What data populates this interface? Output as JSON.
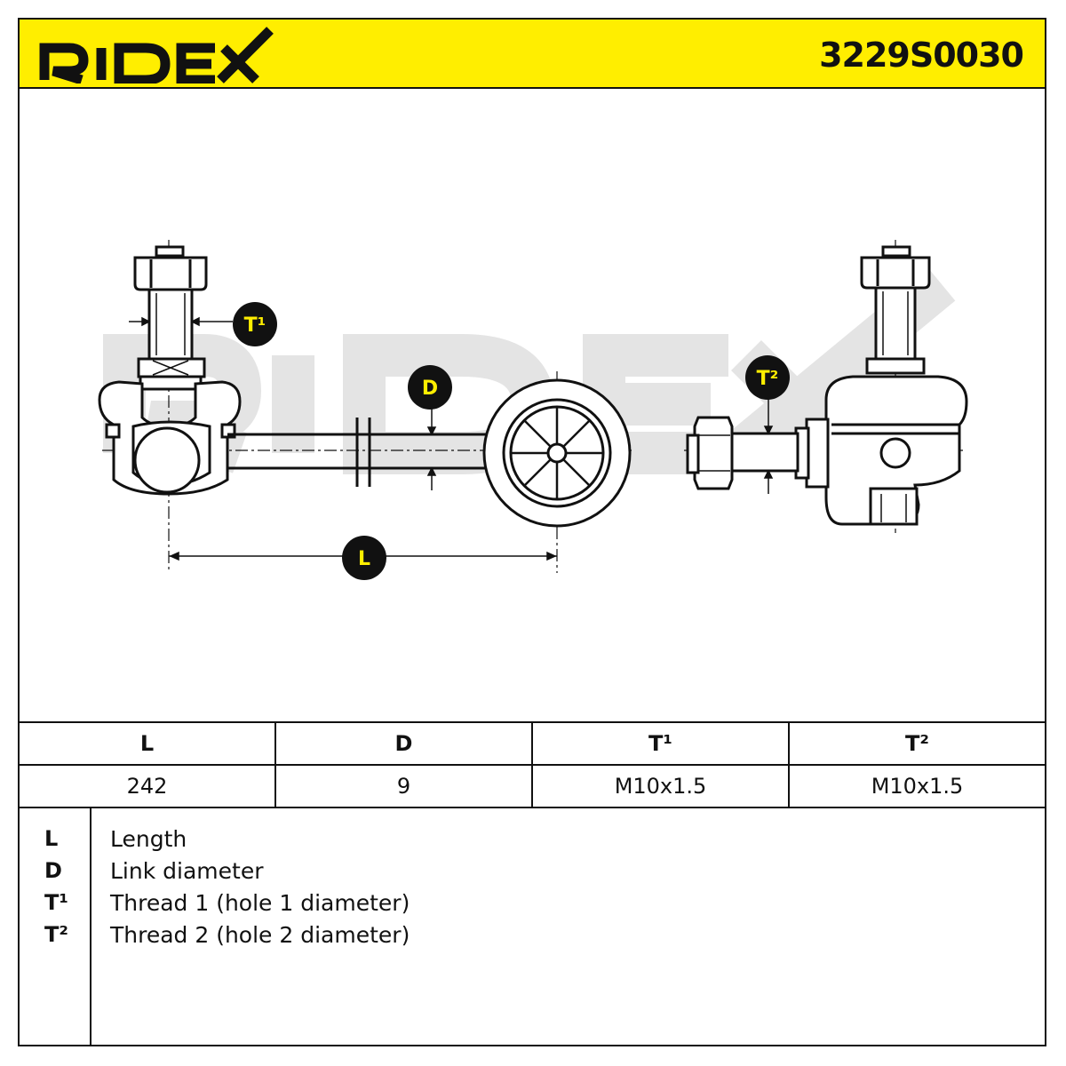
{
  "brand": {
    "logo_text": "RIDEX",
    "accent_color": "#ffee00",
    "watermark": "RIDEX"
  },
  "part_number": "3229S0030",
  "diagram": {
    "labels": {
      "L": "L",
      "D": "D",
      "T1": "T¹",
      "T2": "T²"
    }
  },
  "table": {
    "headers": [
      "L",
      "D",
      "T¹",
      "T²"
    ],
    "values": [
      "242",
      "9",
      "M10x1.5",
      "M10x1.5"
    ]
  },
  "legend": [
    {
      "key": "L",
      "desc": "Length"
    },
    {
      "key": "D",
      "desc": "Link diameter"
    },
    {
      "key": "T¹",
      "desc": "Thread 1 (hole 1 diameter)"
    },
    {
      "key": "T²",
      "desc": "Thread 2 (hole 2 diameter)"
    }
  ]
}
